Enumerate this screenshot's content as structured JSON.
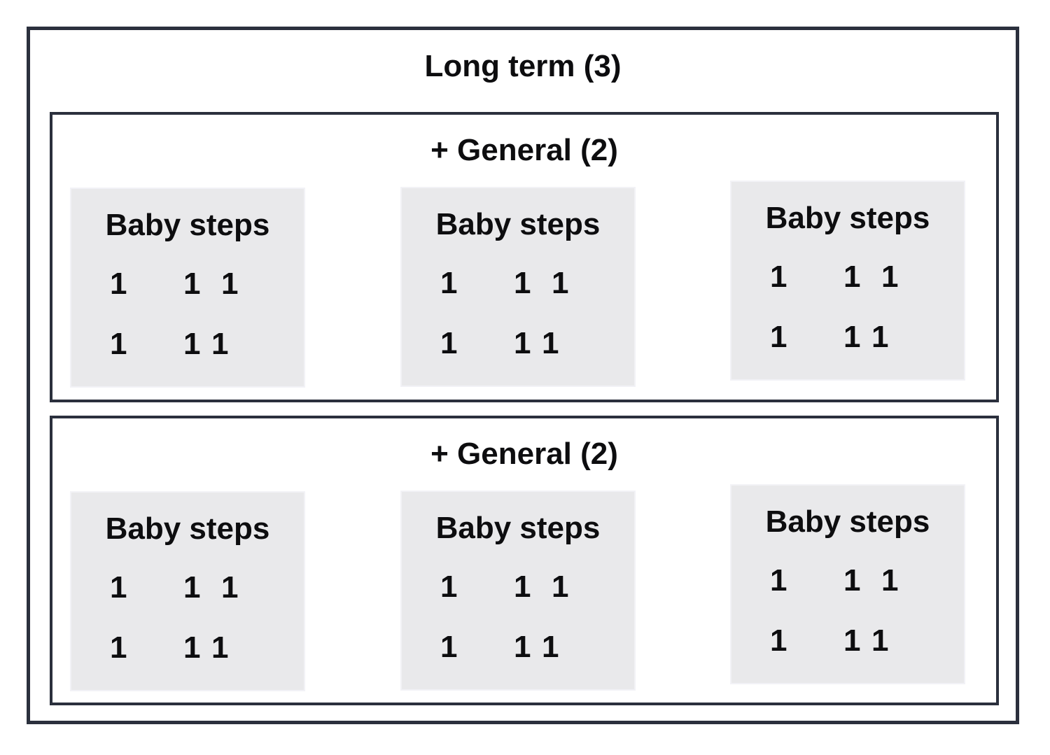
{
  "colors": {
    "outline": "#2b303d",
    "card_bg": "#e9e9eb",
    "card_border": "#f2f2f6",
    "text": "#0d0d0f",
    "background": "#ffffff"
  },
  "outer": {
    "title": "Long term (3)",
    "groups": [
      {
        "title": "+ General (2)",
        "cards": [
          {
            "title": "Baby steps",
            "rows": [
              [
                "1",
                "1",
                "1"
              ],
              [
                "1",
                "1",
                "1"
              ]
            ]
          },
          {
            "title": "Baby steps",
            "rows": [
              [
                "1",
                "1",
                "1"
              ],
              [
                "1",
                "1",
                "1"
              ]
            ]
          },
          {
            "title": "Baby steps",
            "rows": [
              [
                "1",
                "1",
                "1"
              ],
              [
                "1",
                "1",
                "1"
              ]
            ]
          }
        ]
      },
      {
        "title": "+ General (2)",
        "cards": [
          {
            "title": "Baby steps",
            "rows": [
              [
                "1",
                "1",
                "1"
              ],
              [
                "1",
                "1",
                "1"
              ]
            ]
          },
          {
            "title": "Baby steps",
            "rows": [
              [
                "1",
                "1",
                "1"
              ],
              [
                "1",
                "1",
                "1"
              ]
            ]
          },
          {
            "title": "Baby steps",
            "rows": [
              [
                "1",
                "1",
                "1"
              ],
              [
                "1",
                "1",
                "1"
              ]
            ]
          }
        ]
      }
    ]
  }
}
